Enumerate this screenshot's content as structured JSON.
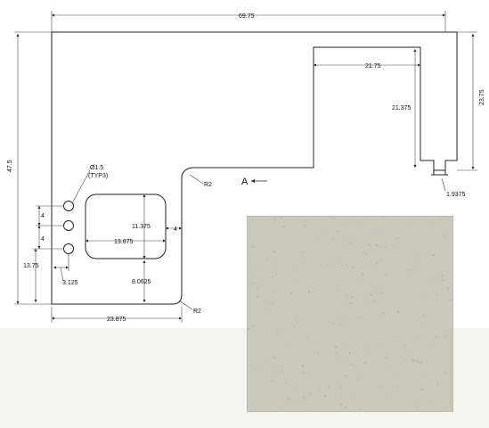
{
  "drawing": {
    "dimensions": {
      "overall_width": "69.75",
      "overall_height": "47.5",
      "right_leg_height": "23.75",
      "inner_right_width": "21.75",
      "inner_right_height": "21.375",
      "leg_end_width": "1.9375",
      "sink_height": "11.375",
      "sink_width": "13.875",
      "sink_to_edge": "4",
      "sink_from_bottom": "8.0625",
      "left_section_width": "23.875",
      "holes_from_bottom": "13.75",
      "holes_from_left": "3.125",
      "hole_spacing_1": "4",
      "hole_spacing_2": "4"
    },
    "labels": {
      "hole_diameter": "Ø1.5",
      "hole_count": "(TYP3)",
      "radius_top": "R2",
      "radius_bottom": "R2",
      "section_marker": "A"
    }
  },
  "swatch": {
    "color": "#c9c8bb",
    "speckle_color": "#8c8a7c"
  }
}
